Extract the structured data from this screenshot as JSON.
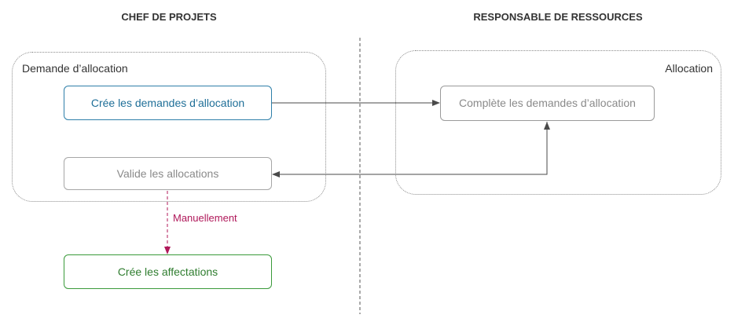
{
  "lanes": {
    "left_title": "CHEF DE PROJETS",
    "right_title": "RESPONSABLE DE RESSOURCES"
  },
  "groups": {
    "left_label": "Demande d’allocation",
    "right_label": "Allocation"
  },
  "boxes": {
    "create_requests": "Crée les demandes d’allocation",
    "complete_requests": "Complète les demandes d’allocation",
    "validate_allocations": "Valide les allocations",
    "create_assignments": "Crée les affectations"
  },
  "edges": {
    "manual_label": "Manuellement"
  },
  "colors": {
    "blue_box": "#2e7fa9",
    "green_box": "#3a9a3a",
    "gray_box": "#a6a6a6",
    "manual_arrow": "#b0185a",
    "arrow": "#4a4a4a"
  }
}
